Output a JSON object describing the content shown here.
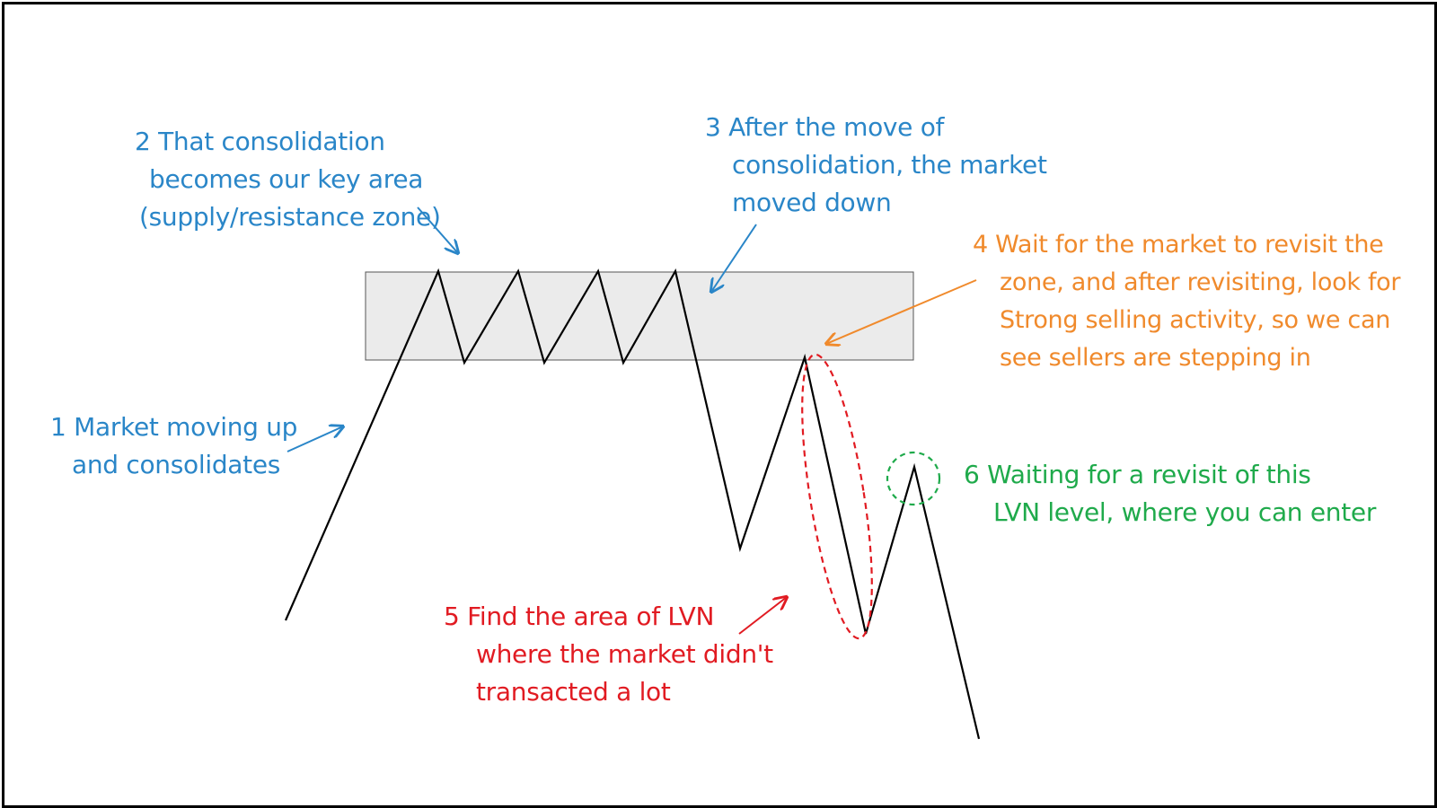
{
  "colors": {
    "blue": "#2a86c8",
    "orange": "#f08a2c",
    "red": "#e11b22",
    "green": "#1faa4b",
    "zone_fill": "#ebebeb",
    "price_line": "#000000"
  },
  "notes": {
    "n1": {
      "lines": [
        "1 Market moving up",
        "and consolidates"
      ]
    },
    "n2": {
      "lines": [
        "2 That consolidation",
        "becomes our key area",
        "(supply/resistance zone)"
      ]
    },
    "n3": {
      "lines": [
        "3 After the move of",
        "consolidation, the market",
        "moved down"
      ]
    },
    "n4": {
      "lines": [
        "4 Wait for the market to revisit the",
        "zone, and after revisiting, look for",
        "Strong selling activity, so we can",
        "see sellers are stepping in"
      ]
    },
    "n5": {
      "lines": [
        "5 Find the area of LVN",
        "where the market didn't",
        "transacted a lot"
      ]
    },
    "n6": {
      "lines": [
        "6 Waiting for a revisit of this",
        "LVN level, where you can enter"
      ]
    }
  }
}
